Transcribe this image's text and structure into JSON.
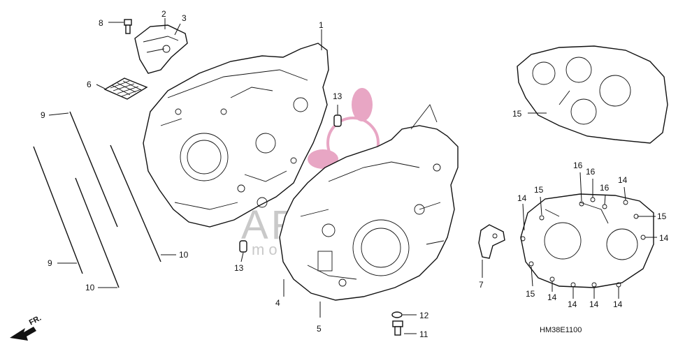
{
  "diagram_code": "HM38E1100",
  "front_marker": "FR.",
  "watermark": {
    "brand": "ARMADA",
    "tagline": "mobile ui ui  hs",
    "logo_color": "#e8a6c4"
  },
  "callouts": [
    {
      "id": "c1",
      "label": "1"
    },
    {
      "id": "c2",
      "label": "2"
    },
    {
      "id": "c3",
      "label": "3"
    },
    {
      "id": "c4",
      "label": "4"
    },
    {
      "id": "c5",
      "label": "5"
    },
    {
      "id": "c6",
      "label": "6"
    },
    {
      "id": "c7",
      "label": "7"
    },
    {
      "id": "c8",
      "label": "8"
    },
    {
      "id": "c9a",
      "label": "9"
    },
    {
      "id": "c9b",
      "label": "9"
    },
    {
      "id": "c10a",
      "label": "10"
    },
    {
      "id": "c10b",
      "label": "10"
    },
    {
      "id": "c11",
      "label": "11"
    },
    {
      "id": "c12",
      "label": "12"
    },
    {
      "id": "c13a",
      "label": "13"
    },
    {
      "id": "c13b",
      "label": "13"
    },
    {
      "id": "c14a",
      "label": "14"
    },
    {
      "id": "c14b",
      "label": "14"
    },
    {
      "id": "c14c",
      "label": "14"
    },
    {
      "id": "c14d",
      "label": "14"
    },
    {
      "id": "c14e",
      "label": "14"
    },
    {
      "id": "c14f",
      "label": "14"
    },
    {
      "id": "c14g",
      "label": "14"
    },
    {
      "id": "c15a",
      "label": "15"
    },
    {
      "id": "c15b",
      "label": "15"
    },
    {
      "id": "c15c",
      "label": "15"
    },
    {
      "id": "c15d",
      "label": "15"
    },
    {
      "id": "c16a",
      "label": "16"
    },
    {
      "id": "c16b",
      "label": "16"
    }
  ]
}
